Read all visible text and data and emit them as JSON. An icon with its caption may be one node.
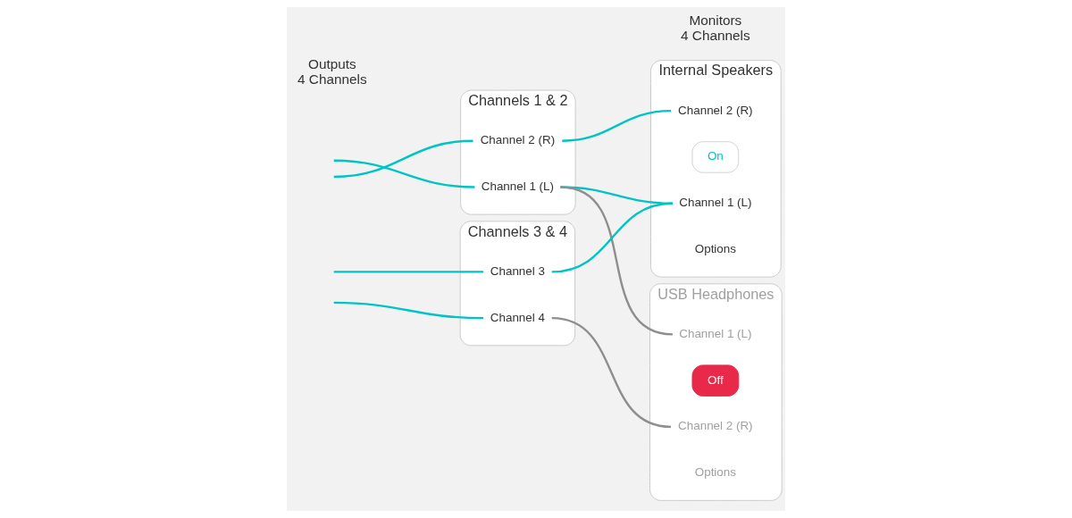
{
  "diagram": {
    "nodes": [
      {
        "text": [
          "Channels 1 & 2"
        ]
      },
      {
        "text": [
          "Channel 1 (L)"
        ],
        "in": 0
      },
      {
        "text": [
          "Channel 2 (R)"
        ],
        "in": 0
      },
      {
        "text": [
          "Channels 3 & 4"
        ]
      },
      {
        "text": [
          "Channel 3"
        ],
        "in": 3
      },
      {
        "text": [
          "Channel 4"
        ],
        "in": 3
      },
      {
        "text": [
          "Internal Speakers"
        ]
      },
      {
        "text": [
          "On"
        ],
        "in": 6
      },
      {
        "text": [
          "Channel 1 (L)"
        ],
        "in": 6
      },
      {
        "text": [
          "Channel 2 (R)"
        ],
        "in": 6
      },
      {
        "text": [
          "Options"
        ],
        "in": 6
      },
      {
        "text": [
          "USB Headphones"
        ]
      },
      {
        "text": [
          "Off"
        ],
        "in": 11
      },
      {
        "text": [
          "Channel 1 (L)"
        ],
        "in": 11
      },
      {
        "text": [
          "Channel 2 (R)"
        ],
        "in": 11
      },
      {
        "text": [
          "Options"
        ],
        "in": 11
      }
    ],
    "edges": [
      {
        "from": null,
        "to": 1,
        "arrow": "none"
      },
      {
        "from": null,
        "to": 2,
        "arrow": "none"
      },
      {
        "from": null,
        "to": 4,
        "arrow": "none"
      },
      {
        "from": null,
        "to": 5,
        "arrow": "none"
      },
      {
        "from": 1,
        "to": 8,
        "arrow": "none"
      },
      {
        "from": 1,
        "to": 13,
        "arrow": "none",
        "color": "#8e8e8e"
      },
      {
        "from": 2,
        "to": 9,
        "arrow": "none"
      },
      {
        "from": 4,
        "to": 8,
        "arrow": "none"
      },
      {
        "from": 5,
        "to": 14,
        "arrow": "none",
        "color": "#8e8e8e"
      }
    ],
    "labels": [
      "Outputs",
      "4 Channels",
      "Monitors",
      "4 Channels"
    ]
  }
}
